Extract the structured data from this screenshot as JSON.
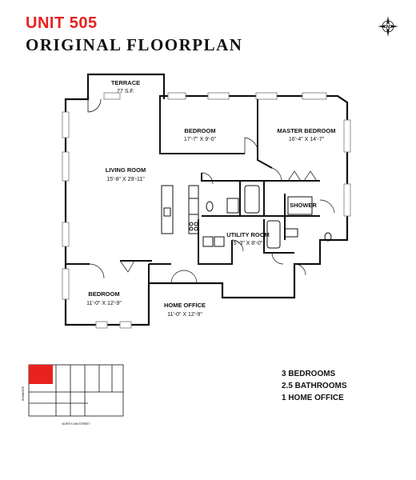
{
  "header": {
    "unit_title": "UNIT 505",
    "plan_title": "ORIGINAL FLOORPLAN",
    "compass_letter": "N"
  },
  "colors": {
    "accent": "#e8221f",
    "wall": "#111111",
    "window": "#888888"
  },
  "rooms": [
    {
      "key": "terrace",
      "name": "TERRACE",
      "size": "77 S.F."
    },
    {
      "key": "bedroom_top",
      "name": "BEDROOM",
      "size": "17'-7\" X 9'-0\""
    },
    {
      "key": "master_bedroom",
      "name": "MASTER BEDROOM",
      "size": "16'-4\" X 14'-7\""
    },
    {
      "key": "living_room",
      "name": "LIVING ROOM",
      "size": "15'-8\" X 29'-11\""
    },
    {
      "key": "shower",
      "name": "SHOWER",
      "size": ""
    },
    {
      "key": "utility_room",
      "name": "UTILITY ROOM",
      "size": "5'-3\" X 8'-0\""
    },
    {
      "key": "bedroom_bottom",
      "name": "BEDROOM",
      "size": "11'-0\" X 12'-9\""
    },
    {
      "key": "home_office",
      "name": "HOME OFFICE",
      "size": "11'-0\" X 12'-9\""
    }
  ],
  "summary": {
    "bedrooms": "3 BEDROOMS",
    "bathrooms": "2.5 BATHROOMS",
    "office": "1 HOME OFFICE"
  },
  "keyplan": {
    "side_street": "WYNKOOP",
    "bottom_street": "NORTH 19th STREET"
  }
}
